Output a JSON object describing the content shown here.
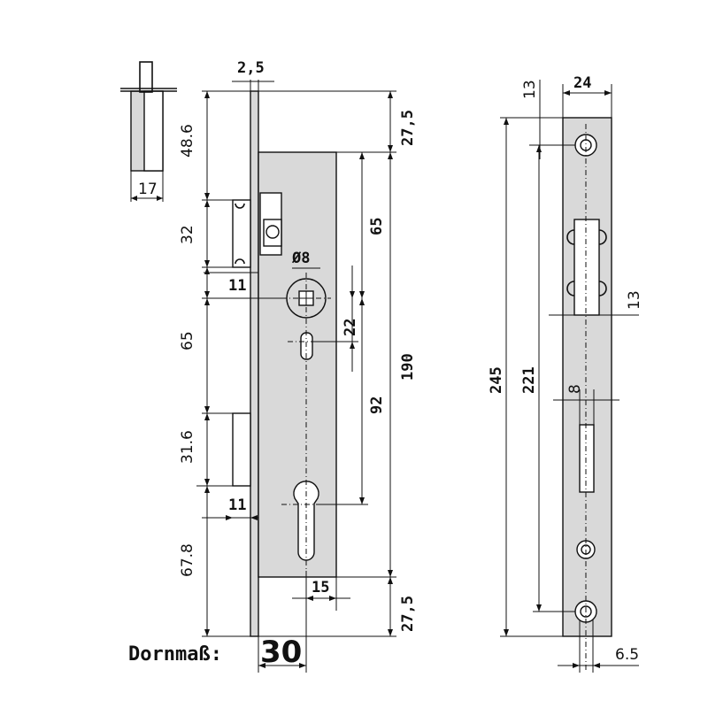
{
  "dimensions": {
    "d2_5": "2,5",
    "d48_6": "48.6",
    "d32": "32",
    "d65_left": "65",
    "d31_6": "31.6",
    "d67_8": "67.8",
    "d11_top": "11",
    "d11_bottom": "11",
    "d17": "17",
    "d27_5_top": "27,5",
    "d27_5_bottom": "27,5",
    "d65_right": "65",
    "d190": "190",
    "d92": "92",
    "d22": "22",
    "dia8": "Ø8",
    "d15": "15",
    "d24": "24",
    "d13_top": "13",
    "d13_side": "13",
    "d245": "245",
    "d221": "221",
    "d8_slot": "8",
    "d6_5": "6.5"
  },
  "backset": {
    "label": "Dornmaß:",
    "value": "30"
  }
}
